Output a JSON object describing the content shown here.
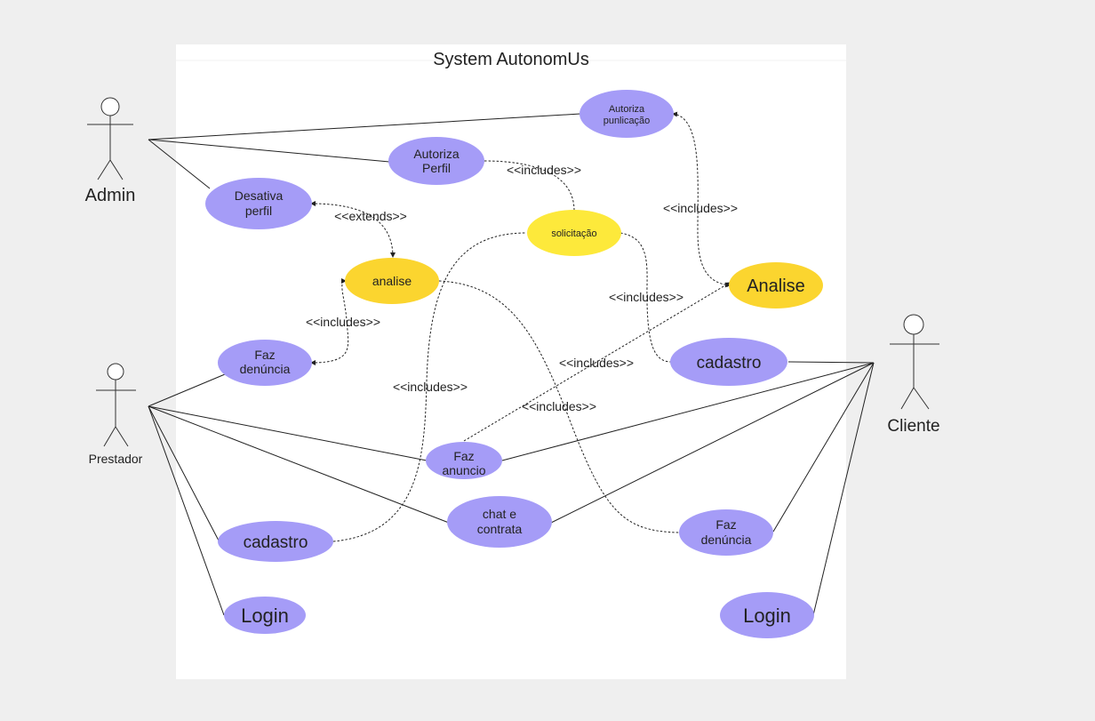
{
  "system": {
    "title": "System AutonomUs"
  },
  "colors": {
    "background": "#efefef",
    "boundary": "#ffffff",
    "usecase_purple": "#a59cf7",
    "usecase_yellow": "#fde93b",
    "usecase_gold": "#fbd52f",
    "line": "#222222"
  },
  "actors": {
    "admin": "Admin",
    "prestador": "Prestador",
    "cliente": "Cliente"
  },
  "use_cases": {
    "autoriza_punlicacao": [
      "Autoriza",
      "punlicação"
    ],
    "autoriza_perfil": [
      "Autoriza",
      "Perfil"
    ],
    "desativa_perfil": [
      "Desativa",
      "perfil"
    ],
    "solicitacao": [
      "solicitação"
    ],
    "analise_small": [
      "analise"
    ],
    "analise_big": [
      "Analise"
    ],
    "faz_denuncia_left": [
      "Faz",
      "denúncia"
    ],
    "cadastro_right": [
      "cadastro"
    ],
    "faz_anuncio": [
      "Faz",
      "anuncio"
    ],
    "chat_contrata": [
      "chat e",
      "contrata"
    ],
    "cadastro_left": [
      "cadastro"
    ],
    "faz_denuncia_right": [
      "Faz",
      "denúncia"
    ],
    "login_left": [
      "Login"
    ],
    "login_right": [
      "Login"
    ]
  },
  "relations": {
    "includes": "<<includes>>",
    "extends": "<<extends>>"
  }
}
